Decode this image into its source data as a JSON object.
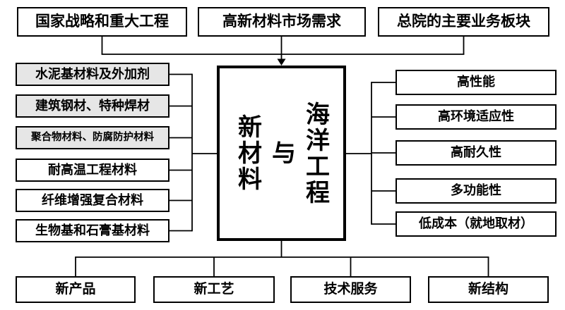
{
  "diagram": {
    "top_row": [
      {
        "label": "国家战略和重大工程"
      },
      {
        "label": "高新材料市场需求"
      },
      {
        "label": "总院的主要业务板块"
      }
    ],
    "center_box": {
      "column_left": "新材料",
      "column_middle": "与",
      "column_right": "海洋工程"
    },
    "left_column": [
      {
        "label": "水泥基材料及外加剂",
        "highlighted": true
      },
      {
        "label": "建筑钢材、特种焊材",
        "highlighted": true
      },
      {
        "label": "聚合物材料、防腐防护材料",
        "highlighted": true
      },
      {
        "label": "耐高温工程材料",
        "highlighted": false
      },
      {
        "label": "纤维增强复合材料",
        "highlighted": false
      },
      {
        "label": "生物基和石膏基材料",
        "highlighted": false
      }
    ],
    "right_column": [
      {
        "label": "高性能"
      },
      {
        "label": "高环境适应性"
      },
      {
        "label": "高耐久性"
      },
      {
        "label": "多功能性"
      },
      {
        "label": "低成本（就地取材）"
      }
    ],
    "bottom_row": [
      {
        "label": "新产品"
      },
      {
        "label": "新工艺"
      },
      {
        "label": "技术服务"
      },
      {
        "label": "新结构"
      }
    ],
    "colors": {
      "line": "#000000",
      "box_fill": "#ffffff",
      "highlight_fill": "#e6e6e6",
      "text": "#000000"
    }
  }
}
